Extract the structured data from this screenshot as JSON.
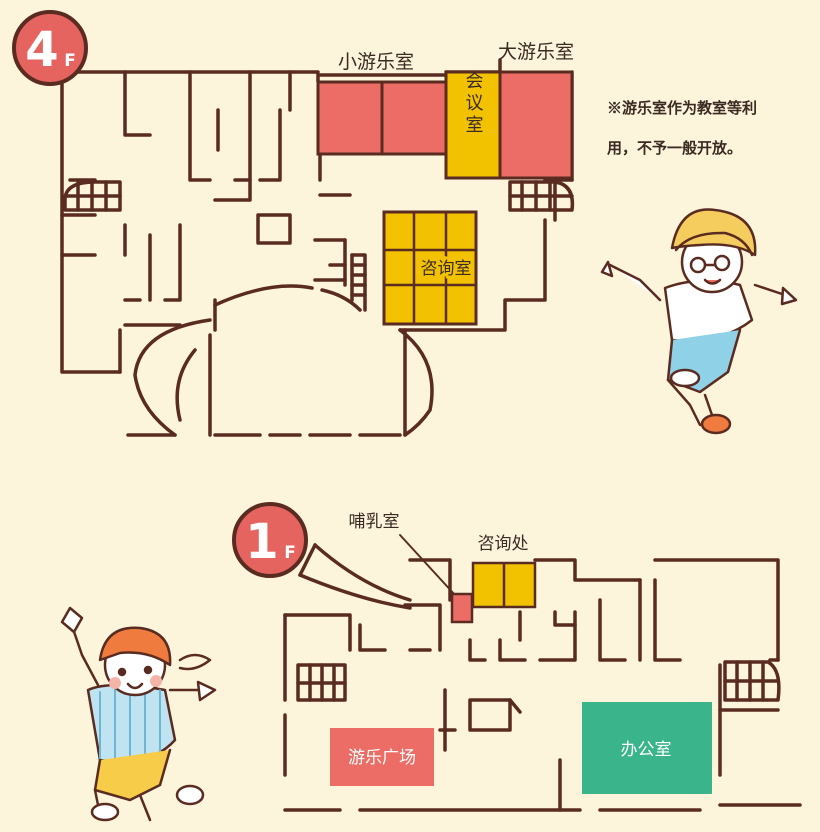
{
  "colors": {
    "background": "#fdf4dc",
    "wall": "#5a2b21",
    "badge": "#e6645f",
    "playroom": "#ec6c66",
    "meeting": "#f2c200",
    "office": "#3ab48a"
  },
  "floor4": {
    "badge_number": "4",
    "badge_unit": "F",
    "small_playroom": "小游乐室",
    "large_playroom": "大游乐室",
    "meeting_room": "会议室",
    "consult_room": "咨询室",
    "note_line1": "※游乐室作为教室等利",
    "note_line2": "用，不予一般开放。"
  },
  "floor1": {
    "badge_number": "1",
    "badge_unit": "F",
    "nursing_room": "哺乳室",
    "consult_desk": "咨询处",
    "play_plaza": "游乐广场",
    "office": "办公室"
  },
  "illustrations": [
    "boy-with-yellow-hat",
    "girl-with-orange-cap"
  ]
}
